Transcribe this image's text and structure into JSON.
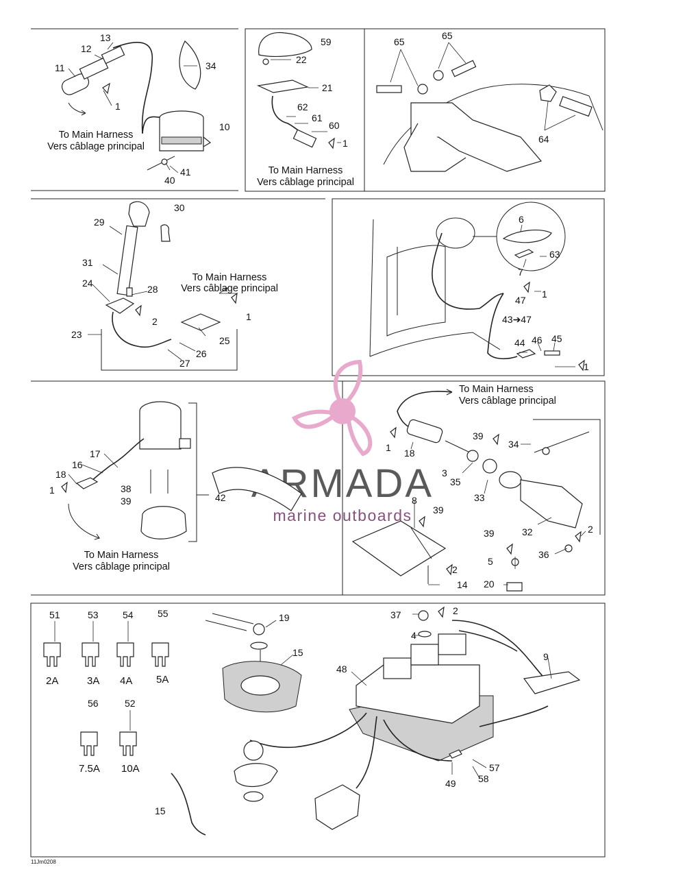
{
  "watermark": {
    "brand": "ARMADA",
    "tagline": "marine outboards",
    "colors": {
      "logo": "#e8a9cd",
      "brand": "#5a5a5a",
      "tagline": "#8a4f7d"
    },
    "icon": "propeller-icon"
  },
  "diagram_id": "11Jm0208",
  "notes": {
    "main_harness_en": "To Main Harness",
    "main_harness_fr": "Vers câblage principal"
  },
  "panel_1": {
    "callouts": [
      "13",
      "12",
      "11",
      "34",
      "1",
      "10",
      "41",
      "40"
    ]
  },
  "panel_2": {
    "callouts": [
      "59",
      "22",
      "21",
      "62",
      "61",
      "60",
      "1"
    ]
  },
  "panel_3": {
    "callouts": [
      "65",
      "65",
      "64"
    ]
  },
  "panel_4": {
    "callouts": [
      "30",
      "29",
      "31",
      "28",
      "24",
      "2",
      "1",
      "23",
      "25",
      "26",
      "27"
    ]
  },
  "panel_5": {
    "callouts": [
      "6",
      "63",
      "7",
      "1",
      "47",
      "43➔47",
      "46",
      "45",
      "44",
      "1"
    ]
  },
  "panel_6": {
    "callouts": [
      "17",
      "16",
      "18",
      "1",
      "38",
      "39",
      "42"
    ]
  },
  "panel_7": {
    "callouts": [
      "1",
      "18",
      "39",
      "34",
      "3",
      "35",
      "33",
      "8",
      "39",
      "32",
      "2",
      "39",
      "5",
      "36",
      "2",
      "14",
      "20"
    ]
  },
  "panel_8": {
    "fuses": [
      {
        "part": "51",
        "rating": "2A"
      },
      {
        "part": "53",
        "rating": "3A"
      },
      {
        "part": "54",
        "rating": "4A"
      },
      {
        "part": "55",
        "rating": "5A"
      },
      {
        "part": "56",
        "rating": "7.5A"
      },
      {
        "part": "52",
        "rating": "10A"
      }
    ],
    "callouts": [
      "19",
      "15",
      "37",
      "2",
      "4",
      "48",
      "9",
      "57",
      "49",
      "58",
      "15"
    ]
  }
}
